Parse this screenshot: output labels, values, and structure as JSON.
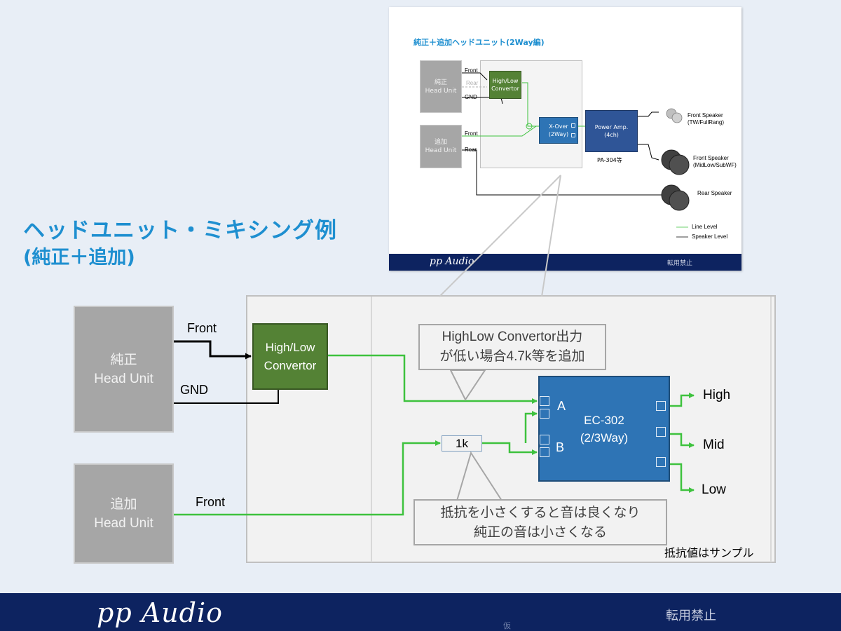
{
  "title": {
    "line1": "ヘッドユニット・ミキシング例",
    "line2": "(純正＋追加)"
  },
  "main": {
    "oem_head_unit": {
      "line1": "純正",
      "line2": "Head Unit"
    },
    "added_head_unit": {
      "line1": "追加",
      "line2": "Head Unit"
    },
    "hl_convertor": {
      "line1": "High/Low",
      "line2": "Convertor"
    },
    "ec302": {
      "line1": "EC-302",
      "line2": "(2/3Way)"
    },
    "input_a": "A",
    "input_b": "B",
    "resistor": "1k",
    "wire_front_oem": "Front",
    "wire_gnd": "GND",
    "wire_front_added": "Front",
    "out_high": "High",
    "out_mid": "Mid",
    "out_low": "Low",
    "callout_top": {
      "line1": "HighLow Convertor出力",
      "line2": "が低い場合4.7k等を追加"
    },
    "callout_bottom": {
      "line1": "抵抗を小さくすると音は良くなり",
      "line2": "純正の音は小さくなる"
    },
    "note": "抵抗値はサンプル"
  },
  "thumbnail": {
    "title": "純正＋追加ヘッドユニット(2Way編)",
    "oem": {
      "line1": "純正",
      "line2": "Head Unit"
    },
    "added": {
      "line1": "追加",
      "line2": "Head Unit"
    },
    "hl": {
      "line1": "High/Low",
      "line2": "Convertor"
    },
    "xover": {
      "line1": "X-Over",
      "line2": "(2Way)"
    },
    "amp": {
      "line1": "Power Amp.",
      "line2": "(4ch)"
    },
    "amp_model": "PA-304等",
    "w_front": "Front",
    "w_rear": "Rear",
    "w_gnd": "GND",
    "w_front2": "Front",
    "w_rear2": "Rear",
    "sp_front_tw": {
      "line1": "Front Speaker",
      "line2": "(TW/FullRang)"
    },
    "sp_front_mid": {
      "line1": "Front Speaker",
      "line2": "(MidLow/SubWF)"
    },
    "sp_rear": "Rear Speaker",
    "legend_line": "Line Level",
    "legend_speaker": "Speaker Level",
    "footer_brand": "pp Audio",
    "footer_notice": "転用禁止"
  },
  "footer": {
    "brand": "pp Audio",
    "notice": "転用禁止",
    "tiny": "仮"
  },
  "colors": {
    "line_level": "#3ec23e",
    "speaker_level": "#000000",
    "footer_bg": "#0d2360",
    "title": "#1e8fd0"
  }
}
